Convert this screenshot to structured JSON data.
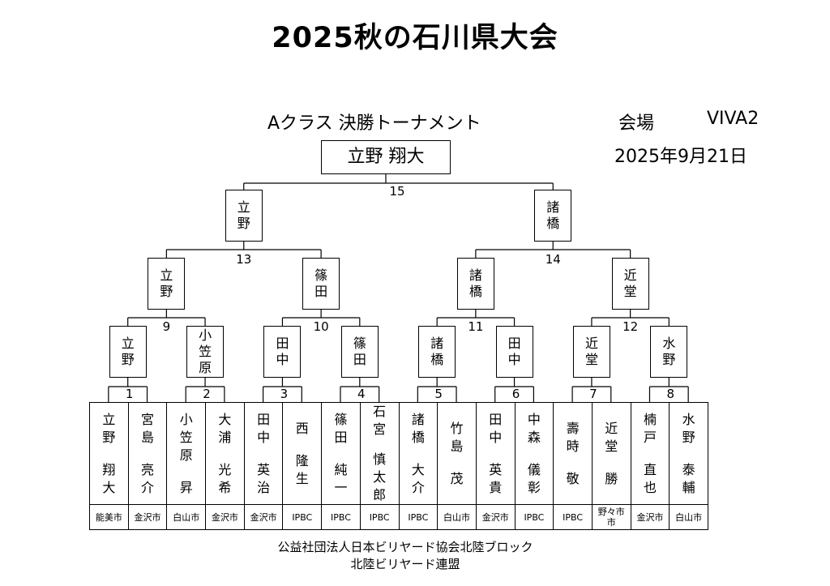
{
  "title": "2025秋の石川県大会",
  "subtitle": "Aクラス 決勝トーナメント",
  "venue_label": "会場",
  "venue": "VIVA2",
  "date": "2025年9月21日",
  "champion": "立野 翔大",
  "final": {
    "number": "15"
  },
  "semifinals": [
    {
      "winner": "立野",
      "number": "13"
    },
    {
      "winner": "諸橋",
      "number": "14"
    }
  ],
  "quarterfinals": [
    {
      "winner": "立野",
      "number": "9"
    },
    {
      "winner": "篠田",
      "number": "10"
    },
    {
      "winner": "諸橋",
      "number": "11"
    },
    {
      "winner": "近堂",
      "number": "12"
    }
  ],
  "round1": [
    {
      "winner": "立野",
      "number": "1"
    },
    {
      "winner": "小笠原",
      "number": "2"
    },
    {
      "winner": "田中",
      "number": "3"
    },
    {
      "winner": "篠田",
      "number": "4"
    },
    {
      "winner": "諸橋",
      "number": "5"
    },
    {
      "winner": "田中",
      "number": "6"
    },
    {
      "winner": "近堂",
      "number": "7"
    },
    {
      "winner": "水野",
      "number": "8"
    }
  ],
  "players": [
    {
      "family": "立野",
      "given": "翔大",
      "club": "能美市"
    },
    {
      "family": "宮島",
      "given": "亮介",
      "club": "金沢市"
    },
    {
      "family": "小笠原",
      "given": "昇",
      "club": "白山市"
    },
    {
      "family": "大浦",
      "given": "光希",
      "club": "金沢市"
    },
    {
      "family": "田中",
      "given": "英治",
      "club": "金沢市"
    },
    {
      "family": "西",
      "given": "隆生",
      "club": "IPBC"
    },
    {
      "family": "篠田",
      "given": "純一",
      "club": "IPBC"
    },
    {
      "family": "石宮",
      "given": "慎太郎",
      "club": "IPBC"
    },
    {
      "family": "諸橋",
      "given": "大介",
      "club": "IPBC"
    },
    {
      "family": "竹島",
      "given": "茂",
      "club": "白山市"
    },
    {
      "family": "田中",
      "given": "英貴",
      "club": "金沢市"
    },
    {
      "family": "中森",
      "given": "儀彰",
      "club": "IPBC"
    },
    {
      "family": "壽時",
      "given": "敬",
      "club": "IPBC"
    },
    {
      "family": "近堂",
      "given": "勝",
      "club": "野々市市"
    },
    {
      "family": "楠戸",
      "given": "直也",
      "club": "金沢市"
    },
    {
      "family": "水野",
      "given": "泰輔",
      "club": "白山市"
    }
  ],
  "footer": [
    "公益社団法人日本ビリヤード協会北陸ブロック",
    "北陸ビリヤード連盟"
  ]
}
